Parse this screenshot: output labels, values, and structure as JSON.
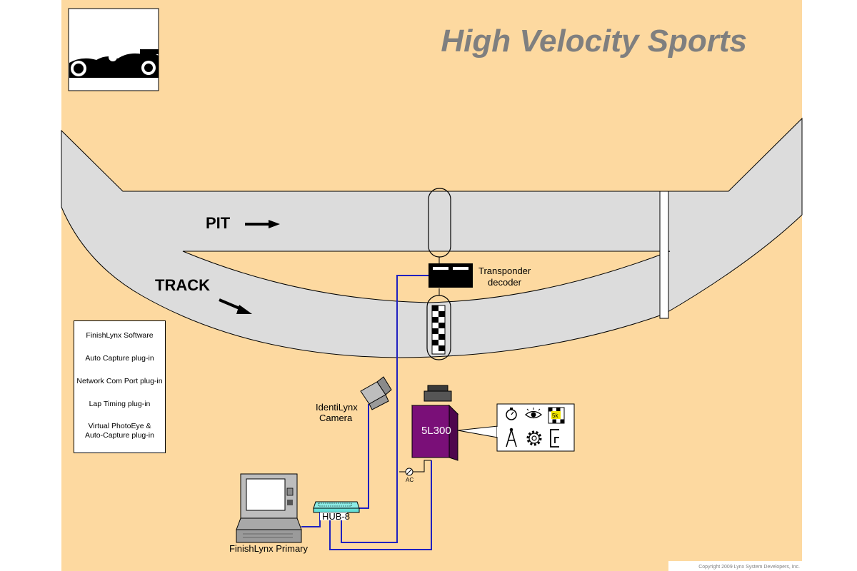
{
  "title": "High Velocity Sports",
  "labels": {
    "pit": "PIT",
    "track": "TRACK",
    "transponder_line1": "Transponder",
    "transponder_line2": "decoder",
    "identilynx_line1": "IdentiLynx",
    "identilynx_line2": "Camera",
    "camera_model": "5L300",
    "ac": "AC",
    "hub": "HUB-8",
    "laptop": "FinishLynx Primary",
    "copyright": "Copyright 2009 Lynx System Developers, Inc."
  },
  "legend_items": [
    "FinishLynx Software",
    "Auto Capture plug-in",
    "Network Com Port plug-in",
    "Lap Timing plug-in",
    "Virtual PhotoEye &\nAuto-Capture plug-in"
  ],
  "plugin_icons": [
    "stopwatch-icon",
    "eye-icon",
    "5k-flag-icon",
    "tower-icon",
    "gear-icon",
    "clamp-icon"
  ],
  "plugin_icon_badge": "5k",
  "colors": {
    "background": "#fdd9a0",
    "track": "#dcdcdc",
    "cable": "#2020c0",
    "camera_body": "#7a0f78",
    "hub": "#66e0d8",
    "title": "#7f7f7f"
  }
}
